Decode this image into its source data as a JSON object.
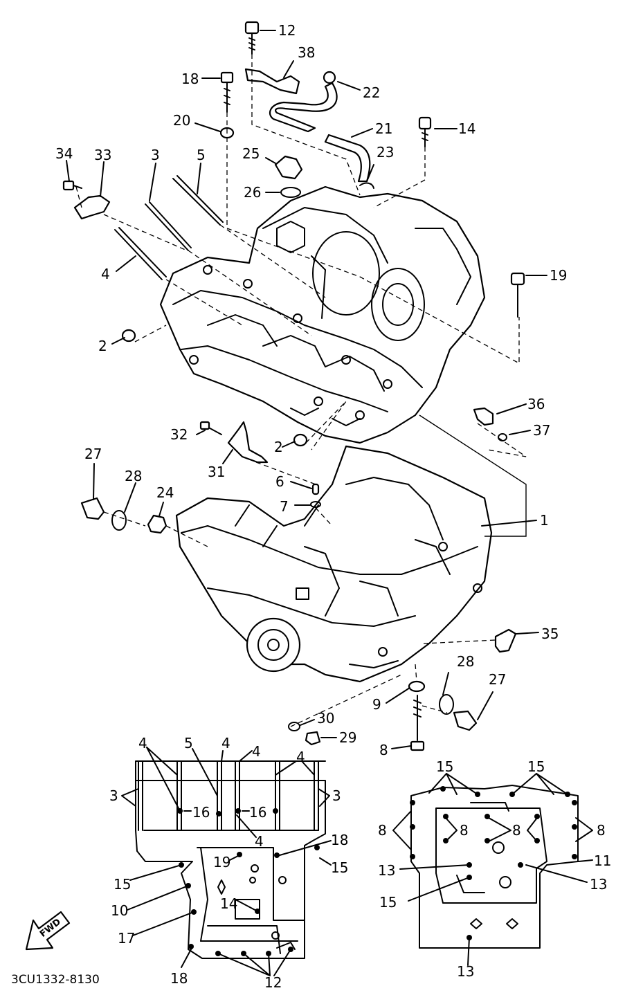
{
  "diagram": {
    "code": "3CU1332-8130",
    "fwd_label": "FWD",
    "labels": {
      "l12a": "12",
      "l38": "38",
      "l18a": "18",
      "l22": "22",
      "l20": "20",
      "l21": "21",
      "l14a": "14",
      "l25": "25",
      "l23": "23",
      "l34": "34",
      "l33": "33",
      "l3a": "3",
      "l5a": "5",
      "l26": "26",
      "l4a": "4",
      "l19a": "19",
      "l2a": "2",
      "l36": "36",
      "l37": "37",
      "l32": "32",
      "l2b": "2",
      "l27a": "27",
      "l31": "31",
      "l28a": "28",
      "l6": "6",
      "l24": "24",
      "l7": "7",
      "l1": "1",
      "l35": "35",
      "l28b": "28",
      "l27b": "27",
      "l9": "9",
      "l30": "30",
      "l29": "29",
      "l8a": "8",
      "l4b": "4",
      "l5b": "5",
      "l4c": "4",
      "l4d": "4",
      "l4e": "4",
      "l3b": "3",
      "l3c": "3",
      "l16a": "16",
      "l16b": "16",
      "l4f": "4",
      "l18b": "18",
      "l19b": "19",
      "l15a": "15",
      "l15b": "15",
      "l10": "10",
      "l14b": "14",
      "l17": "17",
      "l18c": "18",
      "l12b": "12",
      "l15c": "15",
      "l15d": "15",
      "l8b": "8",
      "l8c": "8",
      "l8d": "8",
      "l8e": "8",
      "l11": "11",
      "l13a": "13",
      "l13b": "13",
      "l15e": "15",
      "l13c": "13"
    }
  }
}
